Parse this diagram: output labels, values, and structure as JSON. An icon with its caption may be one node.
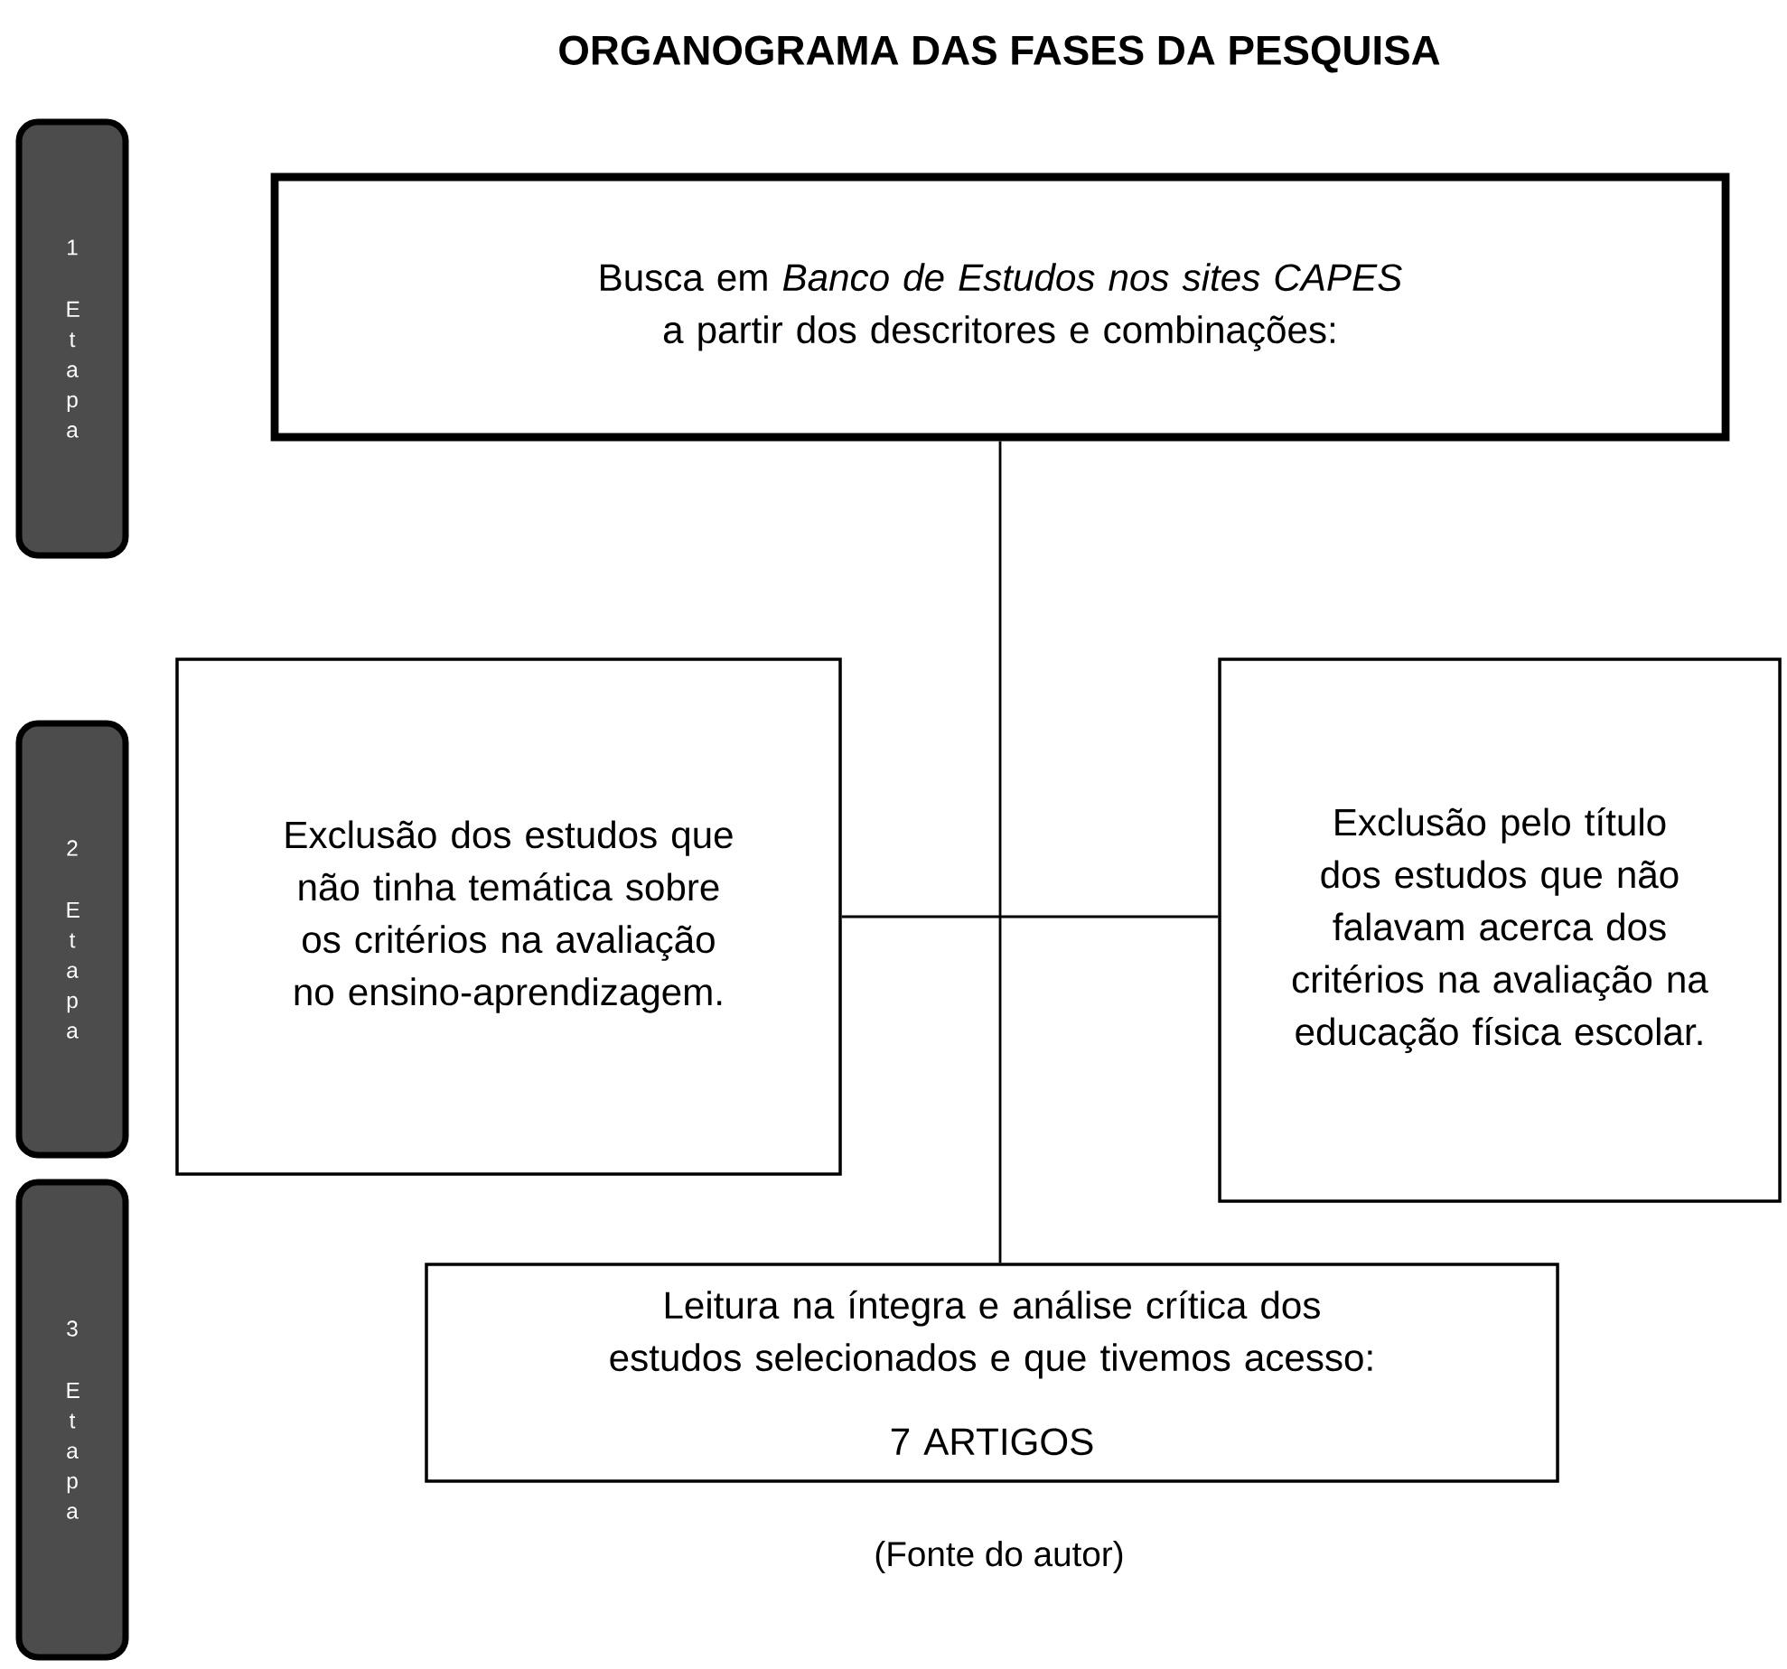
{
  "diagram": {
    "title": "ORGANOGRAMA DAS FASES DA PESQUISA",
    "nodes": [
      {
        "text": [
          "1",
          "E t a p a"
        ]
      },
      {
        "text": [
          "Busca em *Banco de Estudos nos sites CAPES* a partir dos descritores e combinações:"
        ]
      },
      {
        "text": [
          "2",
          "E t a p a"
        ]
      },
      {
        "text": [
          "Exclusão dos estudos que não tinha temática sobre os critérios na avaliação no ensino-aprendizagem."
        ]
      },
      {
        "text": [
          "Exclusão pelo título dos estudos que não falavam acerca dos critérios na avaliação na educação física escolar."
        ]
      },
      {
        "text": [
          "3",
          "E t a p a"
        ]
      },
      {
        "text": [
          "Leitura na íntegra e análise crítica dos estudos selecionados e que tivemos acesso:",
          "7 ARTIGOS"
        ]
      }
    ],
    "edges": [
      {
        "from": 1,
        "to": 6,
        "arrow": "none"
      },
      {
        "from": 3,
        "to": 4,
        "arrow": "none"
      }
    ],
    "labels": [
      "(Fonte do autor)"
    ]
  }
}
